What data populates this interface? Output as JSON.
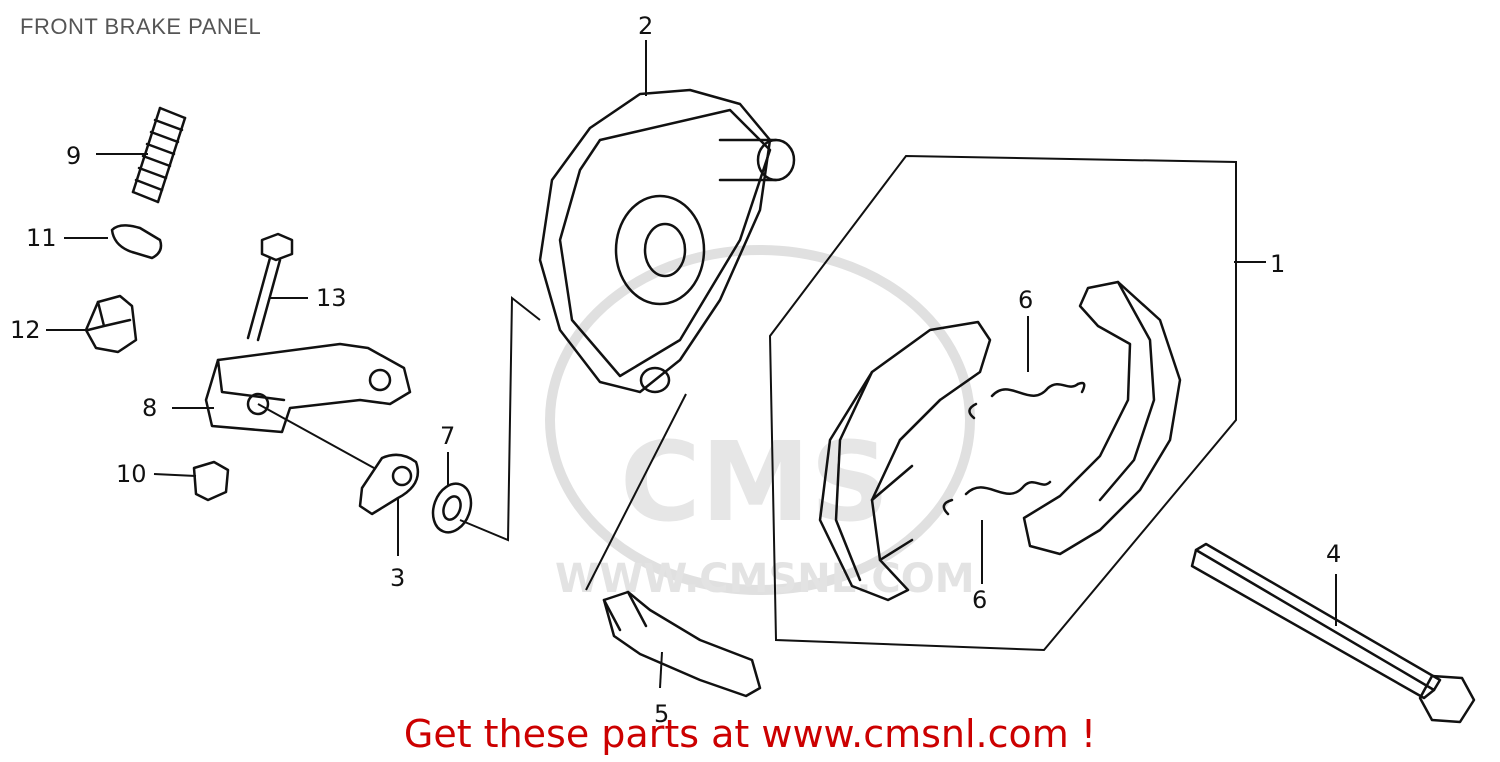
{
  "header": {
    "title": "FRONT BRAKE PANEL"
  },
  "parts": [
    {
      "number": "1"
    },
    {
      "number": "2"
    },
    {
      "number": "3"
    },
    {
      "number": "4"
    },
    {
      "number": "5"
    },
    {
      "number": "6"
    },
    {
      "number": "6"
    },
    {
      "number": "7"
    },
    {
      "number": "8"
    },
    {
      "number": "9"
    },
    {
      "number": "10"
    },
    {
      "number": "11"
    },
    {
      "number": "12"
    },
    {
      "number": "13"
    }
  ],
  "watermark": {
    "url": "WWW.CMSNL.COM",
    "logo": "CMS"
  },
  "footer": {
    "promo": "Get these parts at www.cmsnl.com !"
  },
  "colors": {
    "promo": "#cc0000",
    "line": "#111111",
    "watermark": "#d9d9d9"
  }
}
